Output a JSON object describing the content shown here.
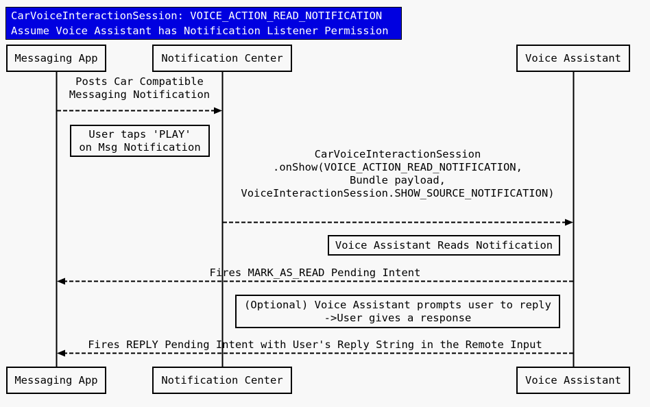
{
  "colors": {
    "background": "#f8f8f8",
    "title_background": "#0000e0",
    "title_text": "#ffffff",
    "line": "#000000",
    "box_background": "#f8f8f8"
  },
  "title": {
    "line1": "CarVoiceInteractionSession: VOICE_ACTION_READ_NOTIFICATION",
    "line2": "Assume Voice Assistant has Notification Listener Permission"
  },
  "participants": [
    {
      "name": "Messaging App"
    },
    {
      "name": "Notification Center"
    },
    {
      "name": "Voice Assistant"
    }
  ],
  "messages": [
    {
      "from": "Messaging App",
      "to": "Notification Center",
      "style": "dashed",
      "direction": "right",
      "label": "Posts Car Compatible\nMessaging Notification"
    },
    {
      "from": "Notification Center",
      "to": "Voice Assistant",
      "style": "dashed",
      "direction": "right",
      "label": "CarVoiceInteractionSession\n.onShow(VOICE_ACTION_READ_NOTIFICATION,\nBundle payload,\nVoiceInteractionSession.SHOW_SOURCE_NOTIFICATION)"
    },
    {
      "from": "Voice Assistant",
      "to": "Messaging App",
      "style": "dashed",
      "direction": "left",
      "label": "Fires MARK_AS_READ Pending Intent"
    },
    {
      "from": "Voice Assistant",
      "to": "Messaging App",
      "style": "dashed",
      "direction": "left",
      "label": "Fires REPLY Pending Intent with User's Reply String in the Remote Input"
    }
  ],
  "notes": [
    {
      "position": "left of Notification Center",
      "label": "User taps 'PLAY'\non Msg Notification"
    },
    {
      "position": "left of Voice Assistant",
      "label": "Voice Assistant Reads Notification"
    },
    {
      "position": "left of Voice Assistant",
      "label": "(Optional) Voice Assistant prompts user to reply\n->User gives a response"
    }
  ]
}
